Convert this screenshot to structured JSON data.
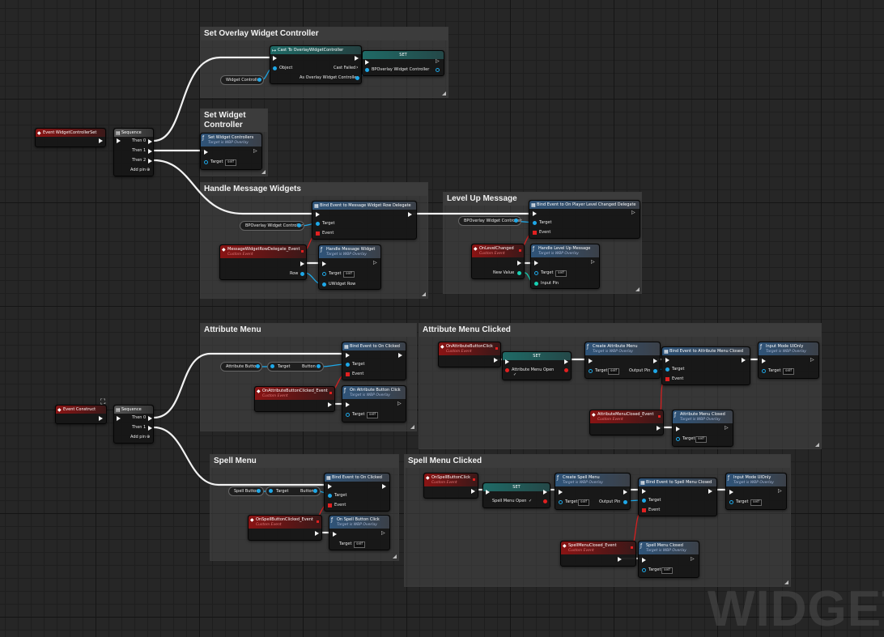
{
  "watermark": "WIDGET",
  "comments": {
    "set_overlay": "Set Overlay Widget Controller",
    "set_widget": "Set Widget\nController",
    "handle_message": "Handle Message Widgets",
    "level_up": "Level Up Message",
    "attribute_menu": "Attribute Menu",
    "attribute_menu_clicked": "Attribute Menu Clicked",
    "spell_menu": "Spell Menu",
    "spell_menu_clicked": "Spell Menu Clicked"
  },
  "nodes": {
    "event_wcs": {
      "title": "Event WidgetControllerSet"
    },
    "seq1": {
      "title": "Sequence",
      "then0": "Then 0",
      "then1": "Then 1",
      "then2": "Then 2",
      "add_pin": "Add pin"
    },
    "cast": {
      "title": "Cast To OverlayWidgetController",
      "object": "Object",
      "cast_failed": "Cast Failed",
      "as_owc": "As Overlay Widget Controller"
    },
    "set_owc": {
      "title": "SET",
      "var": "BPOverlay Widget Controller"
    },
    "getter_wc": "Widget Controller",
    "set_wcs": {
      "title": "Set Widget Controllers",
      "sub": "Target is WBP Overlay",
      "target": "Target",
      "self": "self"
    },
    "bind_msg": {
      "title": "Bind Event to Message Widget Row Delegate",
      "target": "Target",
      "event": "Event"
    },
    "getter_bpowc1": "BPOverlay Widget Controller",
    "msg_event": {
      "title": "MessageWidgetRowDelegate_Event",
      "sub": "Custom Event",
      "row": "Row"
    },
    "handle_msg": {
      "title": "Handle Message Widget",
      "sub": "Target is WBP Overlay",
      "target": "Target",
      "self": "self",
      "uwidget_row": "UWidget Row"
    },
    "bind_lvl": {
      "title": "Bind Event to On Player Level Changed Delegate",
      "target": "Target",
      "event": "Event"
    },
    "getter_bpowc2": "BPOverlay Widget Controller",
    "on_level": {
      "title": "OnLevelChanged",
      "sub": "Custom Event",
      "new_value": "New Value"
    },
    "handle_lvl": {
      "title": "Handle Level Up Message",
      "sub": "Target is WBP Overlay",
      "target": "Target",
      "self": "self",
      "input_pin": "Input Pin"
    },
    "event_construct": {
      "title": "Event Construct"
    },
    "seq2": {
      "title": "Sequence",
      "then0": "Then 0",
      "then1": "Then 1",
      "add_pin": "Add pin"
    },
    "getter_attr_btn": "Attribute Button",
    "getter_attr_target": {
      "target": "Target",
      "button": "Button"
    },
    "bind_click1": {
      "title": "Bind Event to On Clicked",
      "target": "Target",
      "event": "Event"
    },
    "attr_clicked_event": {
      "title": "OnAttributeButtonClicked_Event",
      "sub": "Custom Event"
    },
    "on_attr_click": {
      "title": "On Attribute Button Click",
      "sub": "Target is WBP Overlay",
      "target": "Target",
      "self": "self"
    },
    "on_attr_btn_click_ev": {
      "title": "OnAttributeButtonClick",
      "sub": "Custom Event"
    },
    "set_attr_open": {
      "title": "SET",
      "var": "Attribute Menu Open"
    },
    "create_attr": {
      "title": "Create Attribute Menu",
      "sub": "Target is WBP Overlay",
      "target": "Target",
      "self": "self",
      "output_pin": "Output Pin"
    },
    "bind_attr_closed": {
      "title": "Bind Event to Attribute Menu Closed",
      "target": "Target",
      "event": "Event"
    },
    "input_mode1": {
      "title": "Input Mode UIOnly",
      "sub": "Target is WBP Overlay",
      "target": "Target",
      "self": "self"
    },
    "attr_closed_event": {
      "title": "AttributeMenuClosed_Event",
      "sub": "Custom Event"
    },
    "attr_closed": {
      "title": "Attribute Menu Closed",
      "sub": "Target is WBP Overlay",
      "target": "Target",
      "self": "self"
    },
    "getter_spell_btn": "Spell Button",
    "getter_spell_target": {
      "target": "Target",
      "button": "Button"
    },
    "bind_click2": {
      "title": "Bind Event to On Clicked",
      "target": "Target",
      "event": "Event"
    },
    "spell_clicked_event": {
      "title": "OnSpellButtonClicked_Event",
      "sub": "Custom Event"
    },
    "on_spell_click": {
      "title": "On Spell Button Click",
      "sub": "Target is WBP Overlay",
      "target": "Target",
      "self": "self"
    },
    "on_spell_btn_click_ev": {
      "title": "OnSpellButtonClick",
      "sub": "Custom Event"
    },
    "set_spell_open": {
      "title": "SET",
      "var": "Spell Menu Open"
    },
    "create_spell": {
      "title": "Create Spell Menu",
      "sub": "Target is WBP Overlay",
      "target": "Target",
      "self": "self",
      "output_pin": "Output Pin"
    },
    "bind_spell_closed": {
      "title": "Bind Event to Spell Menu Closed",
      "target": "Target",
      "event": "Event"
    },
    "input_mode2": {
      "title": "Input Mode UIOnly",
      "sub": "Target is WBP Overlay",
      "target": "Target",
      "self": "self"
    },
    "spell_closed_event": {
      "title": "SpellMenuClosed_Event",
      "sub": "Custom Event"
    },
    "spell_closed": {
      "title": "Spell Menu Closed",
      "sub": "Target is WBP Overlay",
      "target": "Target",
      "self": "self"
    }
  }
}
